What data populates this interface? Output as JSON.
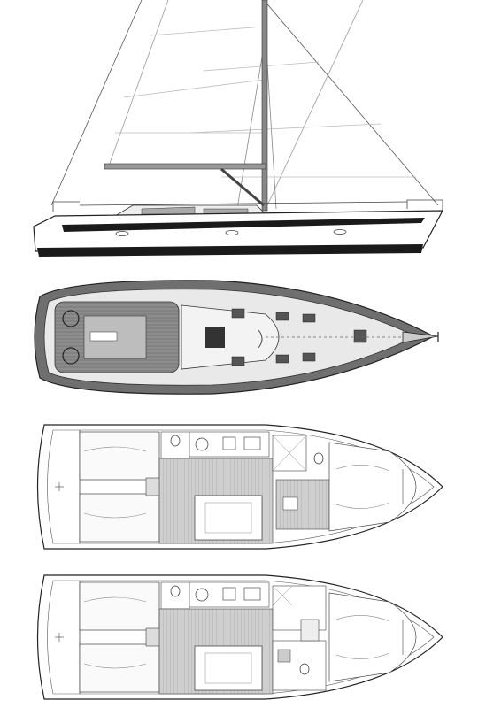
{
  "drawing": {
    "views": [
      {
        "id": "sail-plan",
        "kind": "side profile with rig"
      },
      {
        "id": "deck-plan",
        "kind": "deck plan top view"
      },
      {
        "id": "layout-a",
        "kind": "interior accommodation plan"
      },
      {
        "id": "layout-b",
        "kind": "interior accommodation plan"
      }
    ],
    "colors": {
      "line": "#333333",
      "hull_stripe": "#1a1a1a",
      "teak_fill": "#9a9a9a",
      "sole_fill": "#c8c8c8",
      "background": "#ffffff"
    },
    "icons": [
      "compass-rose-icon",
      "helm-wheel-icon",
      "toilet-icon",
      "sink-icon",
      "stove-icon",
      "anchor-icon"
    ]
  }
}
